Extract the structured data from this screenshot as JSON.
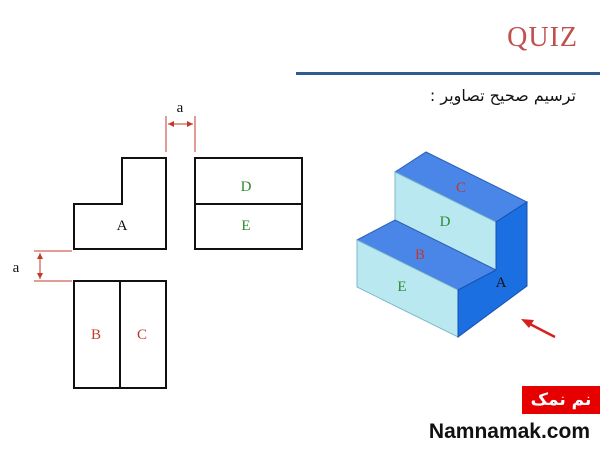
{
  "header": {
    "title": "QUIZ",
    "subtitle": "ترسیم صحیح تصاویر :"
  },
  "orthographic": {
    "dim_label_top": "a",
    "dim_label_left": "a",
    "front_view_label": "A",
    "side_view_labels": [
      "D",
      "E"
    ],
    "top_view_labels": [
      "B",
      "C"
    ]
  },
  "isometric": {
    "face_labels": {
      "C": "C",
      "D": "D",
      "B": "B",
      "E": "E",
      "A": "A"
    }
  },
  "watermark": {
    "badge": "نم نمک",
    "site": "Namnamak.com"
  },
  "colors": {
    "accent_title": "#c0504d",
    "rule": "#2f5c8f",
    "label_red": "#c0392b",
    "label_green": "#2e8b2e",
    "iso_top": "#4a86e8",
    "iso_front": "#b9e8f0",
    "iso_side": "#1c6fe0"
  }
}
